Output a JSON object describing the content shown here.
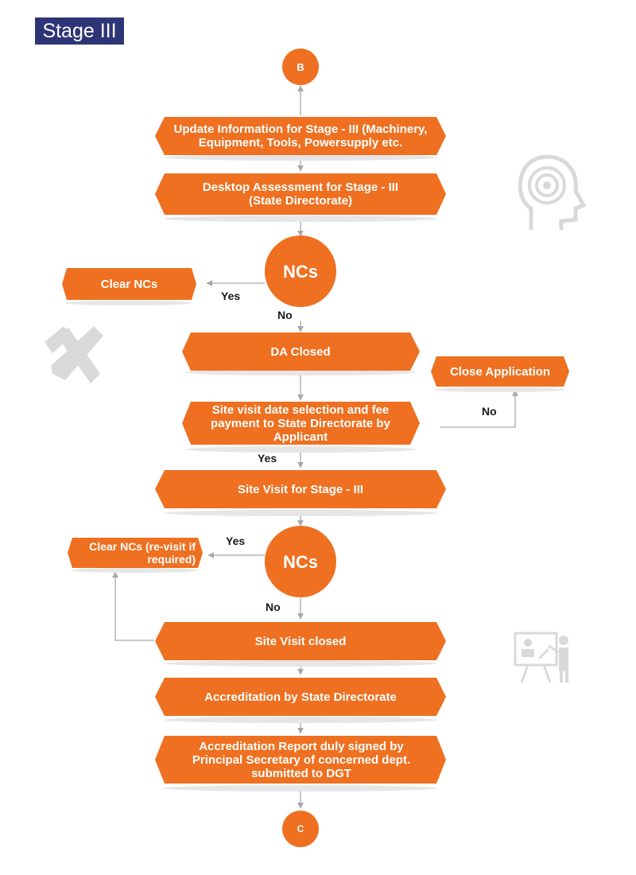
{
  "title": "Stage III",
  "colors": {
    "accent": "#ee7020",
    "title_bg": "#2e3577",
    "arrow": "#a8a8a8",
    "shadow": "#e6e6e6",
    "icon": "#d9d9d9"
  },
  "nodes": {
    "b": "B",
    "update": "Update Information for Stage - III (Machinery, Equipment, Tools, Powersupply etc.",
    "desktop": "Desktop Assessment for Stage - III (State Directorate)",
    "ncs1": "NCs",
    "clear1": "Clear NCs",
    "da_closed": "DA Closed",
    "close_app": "Close Application",
    "site_date": "Site visit date selection and fee payment to State Directorate by Applicant",
    "site_visit": "Site Visit for Stage - III",
    "clear2": "Clear NCs (re-visit if required)",
    "ncs2": "NCs",
    "visit_closed": "Site Visit closed",
    "accreditation": "Accreditation by State Directorate",
    "report": "Accreditation Report duly signed by Principal Secretary of concerned dept. submitted to DGT",
    "c": "C"
  },
  "edges": {
    "yes1": "Yes",
    "no1": "No",
    "no2": "No",
    "yes2": "Yes",
    "yes3": "Yes",
    "no3": "No"
  },
  "icons": [
    "head-target-icon",
    "tools-icon",
    "presentation-icon"
  ]
}
